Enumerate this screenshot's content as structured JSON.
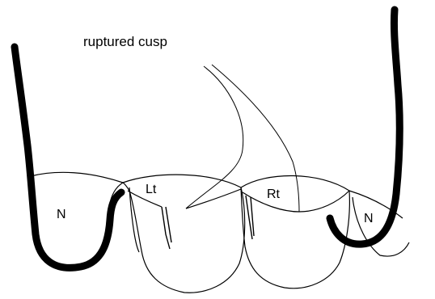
{
  "labels": {
    "ruptured_cusp": "ruptured cusp",
    "left_cusp": "Lt",
    "right_cusp": "Rt",
    "noncoronary_left": "N",
    "noncoronary_right": "N"
  },
  "colors": {
    "line": "#000000",
    "background": "#ffffff"
  }
}
